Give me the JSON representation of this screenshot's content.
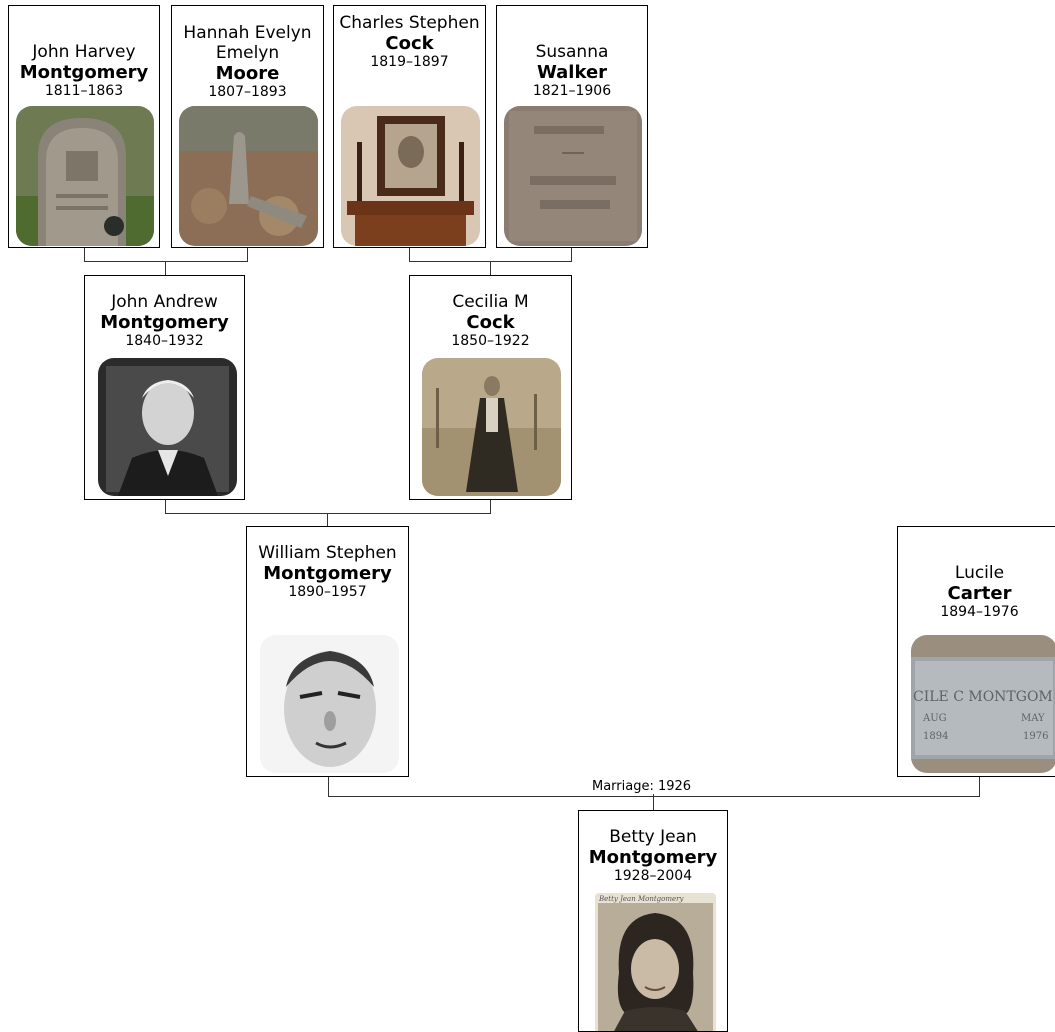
{
  "people": {
    "john_harvey": {
      "given": "John Harvey",
      "surname": "Montgomery",
      "dates": "1811–1863",
      "photo": "gravestone-photo"
    },
    "hannah": {
      "given": "Hannah Evelyn Emelyn",
      "surname": "Moore",
      "dates": "1807–1893",
      "photo": "grave-site-photo"
    },
    "charles": {
      "given": "Charles Stephen",
      "surname": "Cock",
      "dates": "1819–1897",
      "photo": "framed-portrait-photo"
    },
    "susanna": {
      "given": "Susanna",
      "surname": "Walker",
      "dates": "1821–1906",
      "photo": "gravestone-photo"
    },
    "john_andrew": {
      "given": "John Andrew",
      "surname": "Montgomery",
      "dates": "1840–1932",
      "photo": "portrait-photo"
    },
    "cecilia": {
      "given": "Cecilia M",
      "surname": "Cock",
      "dates": "1850–1922",
      "photo": "standing-woman-photo"
    },
    "william": {
      "given": "William Stephen",
      "surname": "Montgomery",
      "dates": "1890–1957",
      "photo": "portrait-photo"
    },
    "lucile": {
      "given": "Lucile",
      "surname": "Carter",
      "dates": "1894–1976",
      "photo": "grave-marker-photo"
    },
    "betty": {
      "given": "Betty Jean",
      "surname": "Montgomery",
      "dates": "1928–2004",
      "photo": "portrait-photo"
    }
  },
  "marriage_label": "Marriage: 1926",
  "photo_texts": {
    "lucile_marker_line1": "CILE C MONTGOM",
    "lucile_marker_aug": "AUG",
    "lucile_marker_may": "MAY",
    "lucile_marker_year1": "1894",
    "lucile_marker_year2": "1976",
    "betty_signature": "Betty Jean Montgomery"
  },
  "colors": {
    "border": "#000000",
    "line": "#333333",
    "background": "#ffffff"
  }
}
